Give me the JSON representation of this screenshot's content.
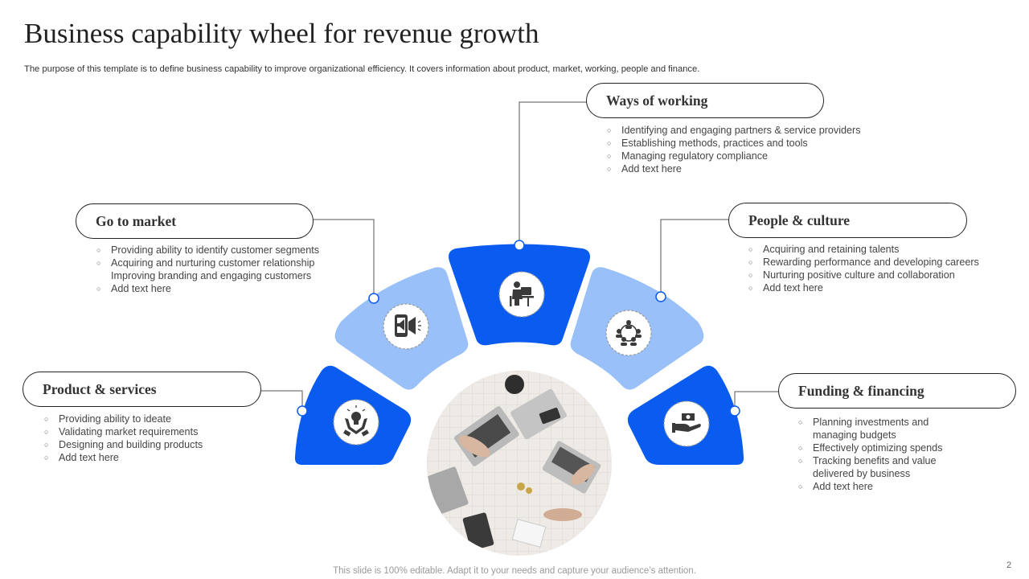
{
  "title": "Business capability wheel for revenue growth",
  "subtitle": "The purpose of this template is to define business capability to improve organizational efficiency. It covers information about product, market, working, people and finance.",
  "colors": {
    "dark_blue": "#0A5BF0",
    "light_blue": "#99C0F8",
    "icon": "#3a3a3a"
  },
  "capabilities": {
    "product": {
      "label": "Product & services",
      "icon": "hands-with-bulb-icon",
      "items": [
        "Providing ability to ideate",
        "Validating market requirements",
        "Designing and building products",
        "Add text here"
      ]
    },
    "market": {
      "label": "Go to market",
      "icon": "phone-megaphone-icon",
      "items": [
        "Providing ability to identify customer segments",
        "Acquiring and nurturing customer relationship",
        "Improving branding and engaging customers",
        "Add text here"
      ]
    },
    "working": {
      "label": "Ways of working",
      "icon": "person-at-desk-icon",
      "items": [
        "Identifying and engaging partners & service providers",
        "Establishing methods, practices and tools",
        "Managing regulatory compliance",
        "Add text here"
      ]
    },
    "people": {
      "label": "People & culture",
      "icon": "team-network-icon",
      "items": [
        "Acquiring and retaining talents",
        "Rewarding performance and developing careers",
        "Nurturing positive culture and collaboration",
        "Add text here"
      ]
    },
    "funding": {
      "label": "Funding & financing",
      "icon": "hand-with-money-icon",
      "items": [
        "Planning investments and",
        "managing budgets",
        "Effectively optimizing spends",
        "Tracking benefits and value",
        "delivered by business",
        "Add text here"
      ]
    }
  },
  "footer": "This slide is 100% editable. Adapt it to your needs and capture your audience’s attention.",
  "page_number": "2"
}
